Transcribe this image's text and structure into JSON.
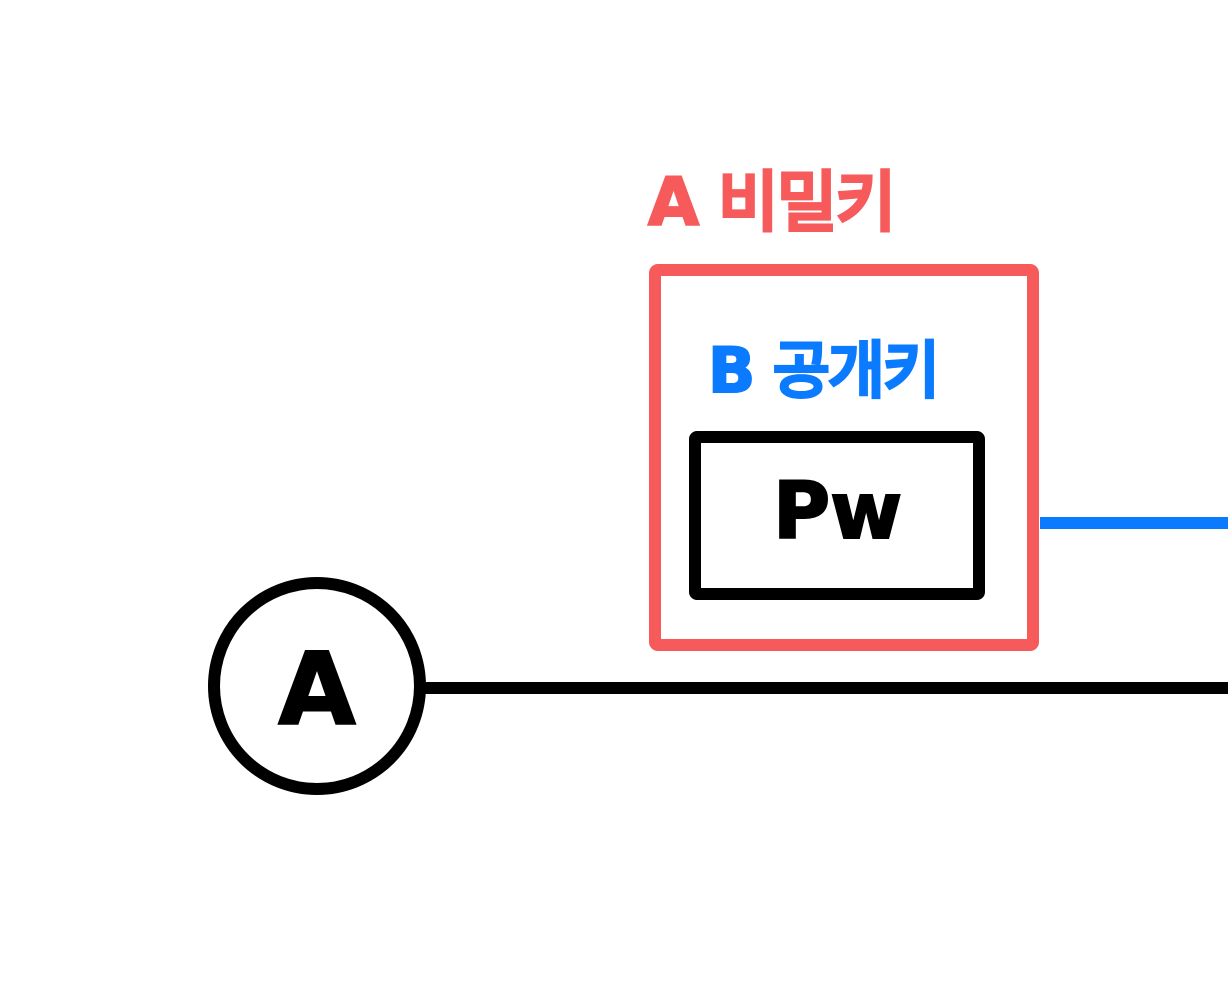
{
  "labels": {
    "a_key": "A 비밀키",
    "b_key": "B 공개키",
    "inner_box": "Pw",
    "node": "A"
  },
  "colors": {
    "red": "#F75A5A",
    "blue": "#0A7BFF",
    "black": "#000000",
    "background": "#FFFFFF"
  }
}
